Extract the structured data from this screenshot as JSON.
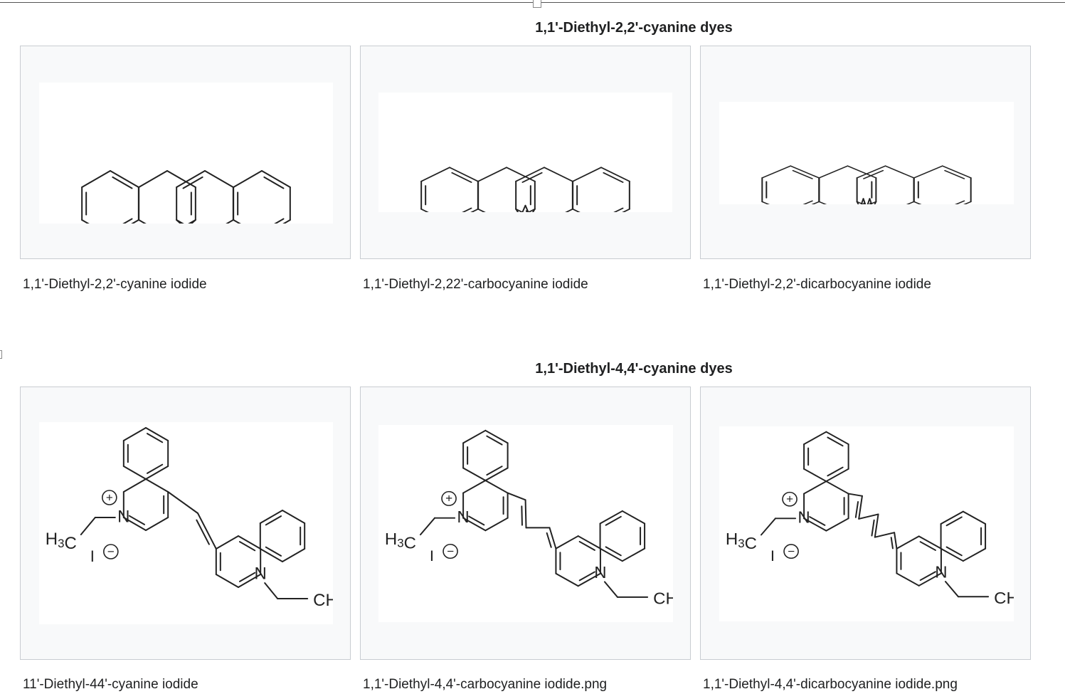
{
  "galleries": [
    {
      "title": "1,1'-Diethyl-2,2'-cyanine dyes",
      "items": [
        {
          "caption": "1,1'-Diethyl-2,2'-cyanine iodide"
        },
        {
          "caption": "1,1'-Diethyl-2,22'-carbocyanine iodide"
        },
        {
          "caption": "1,1'-Diethyl-2,2'-dicarbocyanine iodide"
        }
      ]
    },
    {
      "title": "1,1'-Diethyl-4,4'-cyanine dyes",
      "items": [
        {
          "caption": "11'-Diethyl-44'-cyanine iodide"
        },
        {
          "caption": "1,1'-Diethyl-4,4'-carbocyanine iodide.png"
        },
        {
          "caption": "1,1'-Diethyl-4,4'-dicarbocyanine iodide.png"
        }
      ]
    }
  ],
  "atoms": {
    "nitrogen": "N",
    "iodide": "I",
    "plus": "+",
    "minus": "−",
    "h3c_h": "H",
    "h3c_c": "C",
    "ch3_c": "CH",
    "sub3": "3"
  }
}
